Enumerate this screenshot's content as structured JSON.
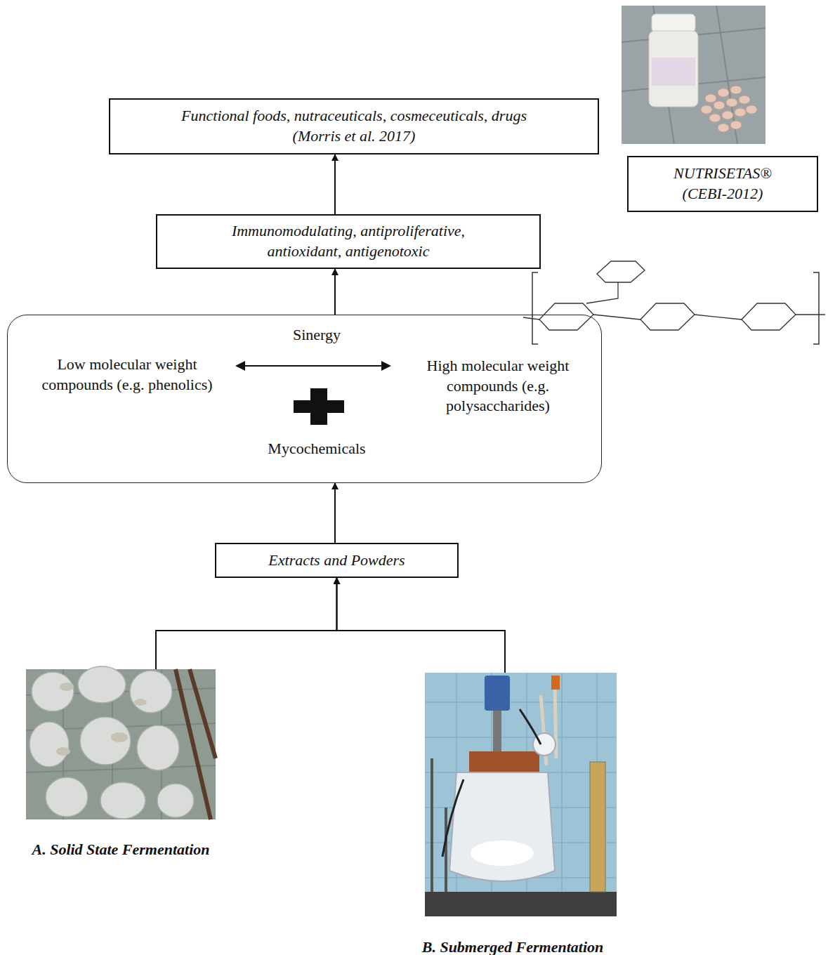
{
  "diagram": {
    "nodes": [
      {
        "text": [
          "Functional foods, nutraceuticals, cosmeceuticals, drugs (Morris et al. 2017)"
        ]
      },
      {
        "text": [
          "NUTRISETAS® (CEBI-2012)"
        ]
      },
      {
        "text": [
          "Immunomodulating, antiproliferative, antioxidant, antigenotoxic"
        ]
      },
      {
        "text": [
          "Sinergy",
          "Low molecular weight compounds (e.g. phenolics)",
          "High molecular weight compounds (e.g. polysaccharides)",
          "Mycochemicals"
        ]
      },
      {
        "text": [
          "Extracts and Powders"
        ]
      },
      {
        "text": [
          "A. Solid State Fermentation"
        ]
      },
      {
        "text": [
          "B. Submerged Fermentation"
        ]
      }
    ],
    "edges": [
      {
        "from": 5,
        "to": 4,
        "arrow": "to"
      },
      {
        "from": 6,
        "to": 4,
        "arrow": "to"
      },
      {
        "from": 4,
        "to": 3,
        "arrow": "to"
      },
      {
        "from": 3,
        "to": 2,
        "arrow": "to"
      },
      {
        "from": 2,
        "to": 0,
        "arrow": "to"
      }
    ]
  }
}
